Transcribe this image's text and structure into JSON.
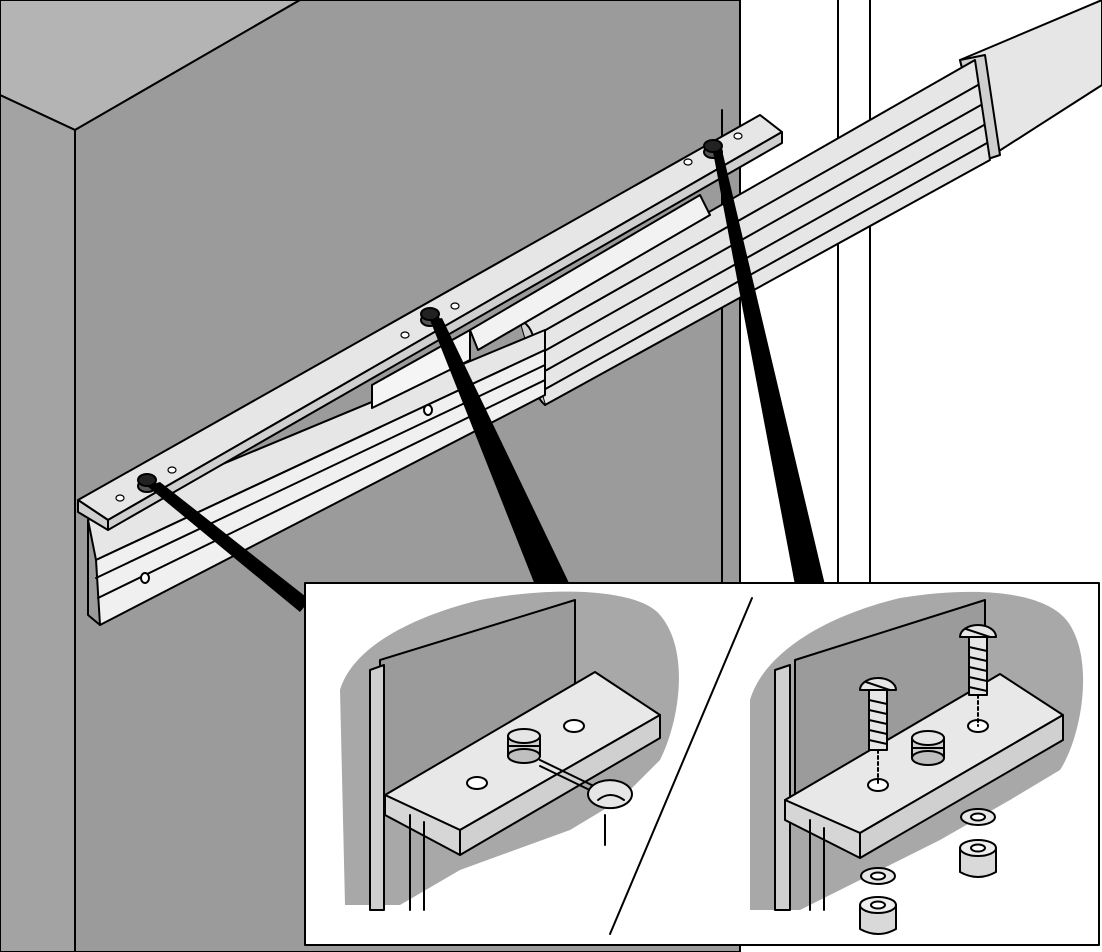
{
  "illustration": {
    "subject": "drawer-slide-rail-mounting",
    "callouts": [
      "left-bolt",
      "middle-bolt",
      "right-bolt"
    ],
    "detail_panels": [
      "clip-nut-fastening",
      "screw-washer-nut-fastening"
    ]
  },
  "colors": {
    "cabinet_front": "#9b9b9b",
    "cabinet_top": "#b4b4b4",
    "cabinet_side": "#a3a3a3",
    "metal_light": "#e6e6e6",
    "metal_mid": "#cfcfcf",
    "line": "#000000",
    "background": "#ffffff"
  }
}
